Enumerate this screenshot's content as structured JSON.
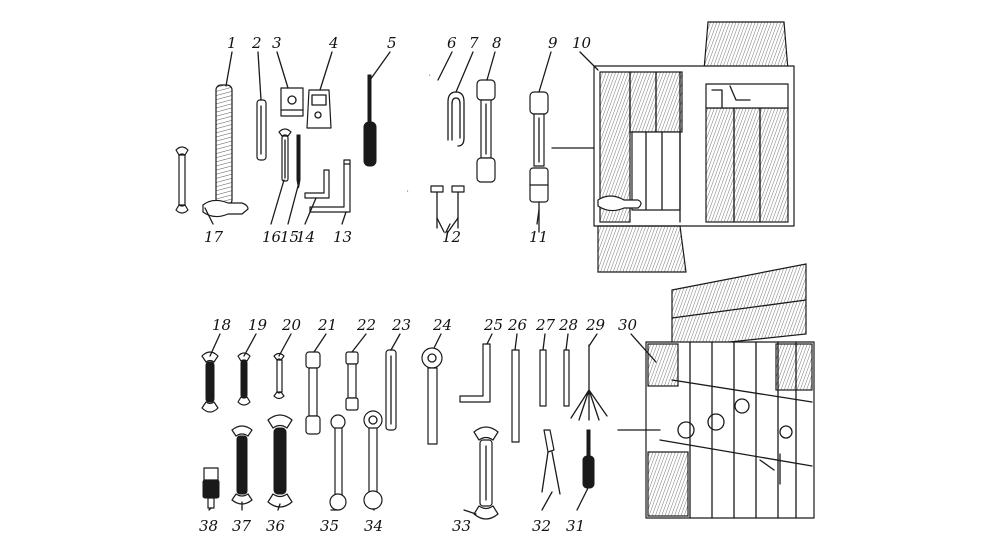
{
  "figure": {
    "labels": [
      "1",
      "2",
      "3",
      "4",
      "5",
      "6",
      "7",
      "8",
      "9",
      "10",
      "11",
      "12",
      "13",
      "14",
      "15",
      "16",
      "17",
      "18",
      "19",
      "20",
      "21",
      "22",
      "23",
      "24",
      "25",
      "26",
      "27",
      "28",
      "29",
      "30",
      "31",
      "32",
      "33",
      "34",
      "35",
      "36",
      "37",
      "38"
    ]
  }
}
